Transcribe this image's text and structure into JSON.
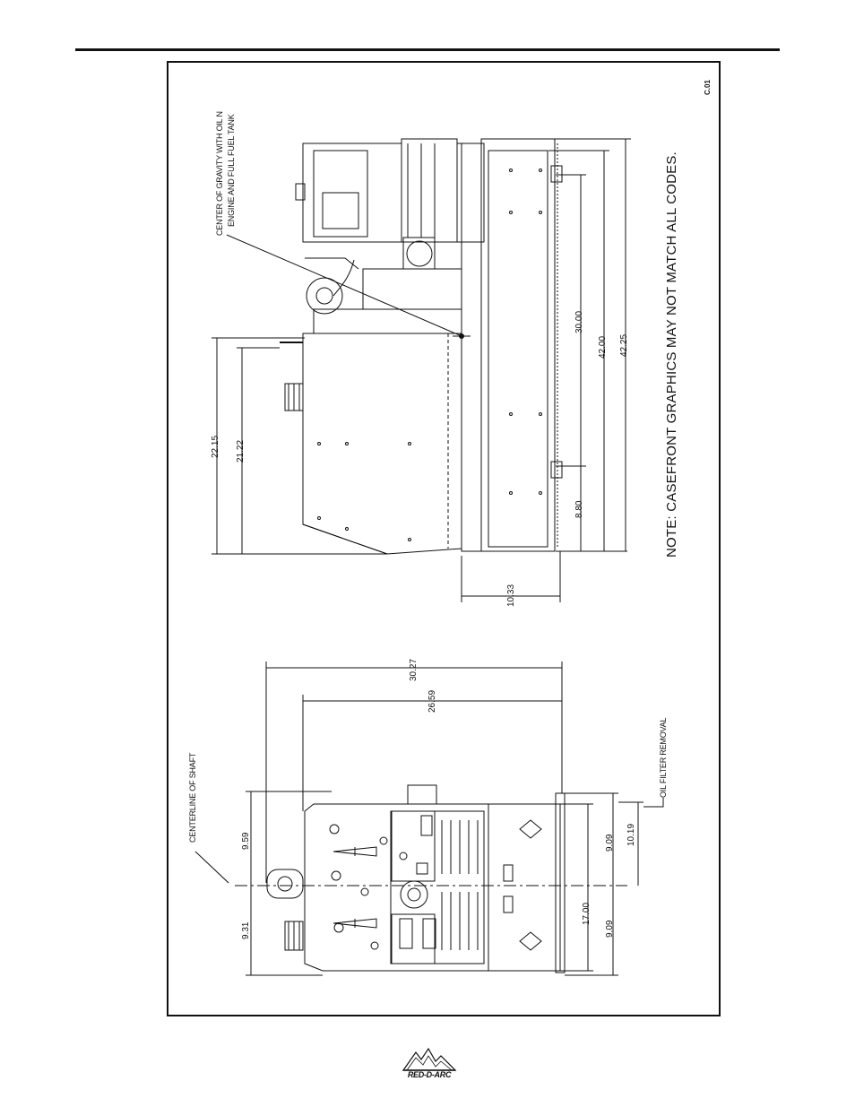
{
  "drawing": {
    "code": "C.01",
    "note": "NOTE: CASEFRONT GRAPHICS MAY NOT MATCH ALL CODES.",
    "side_view": {
      "cg_label_line1": "CENTER OF GRAVITY WITH OIL N",
      "cg_label_line2": "ENGINE AND FULL FUEL TANK",
      "dims": {
        "height_overall": "22.15",
        "height_case": "21.22",
        "mount_spacing": "30.00",
        "base_length": "42.00",
        "length_overall": "42.25",
        "mount_offset": "8.80",
        "cg_offset": "10.33"
      }
    },
    "front_view": {
      "centerline_label": "CENTERLINE OF SHAFT",
      "oil_filter_label": "OIL FILTER REMOVAL",
      "dims": {
        "depth_overall": "30.27",
        "depth_case": "26.59",
        "upper_to_shaft": "9.59",
        "lower_to_shaft": "9.31",
        "base_upper": "9.09",
        "base_lower": "9.09",
        "base_overall": "10.19",
        "base_width": "17.00"
      }
    }
  },
  "footer": {
    "logo_text": "RED-D-ARC"
  }
}
